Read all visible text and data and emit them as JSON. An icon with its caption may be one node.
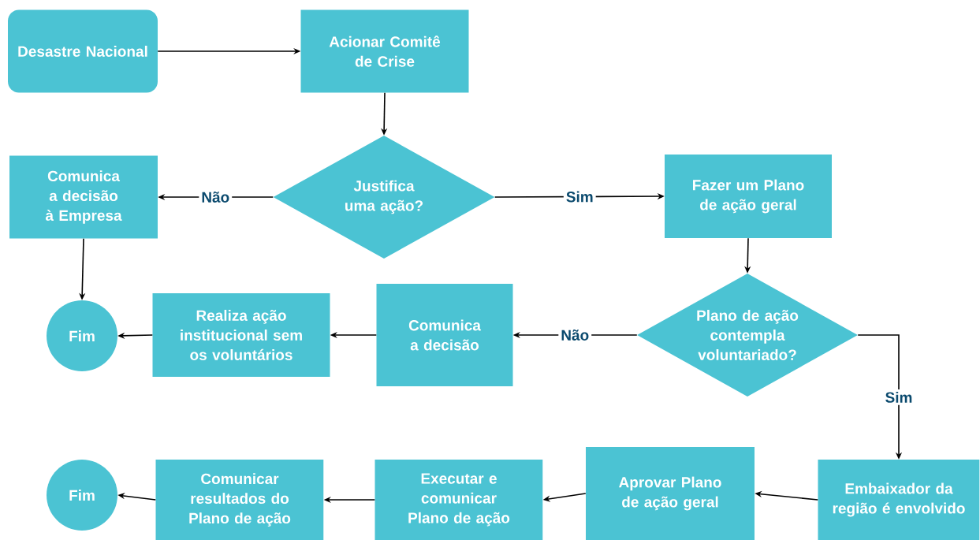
{
  "diagram": {
    "nodes": [
      {
        "text": [
          "Desastre Nacional"
        ]
      },
      {
        "text": [
          "Acionar Comitê de Crise"
        ]
      },
      {
        "text": [
          "Justifica uma ação?"
        ]
      },
      {
        "text": [
          "Comunica a decisão à Empresa"
        ]
      },
      {
        "text": [
          "Fazer um Plano de ação geral"
        ]
      },
      {
        "text": [
          "Fim"
        ]
      },
      {
        "text": [
          "Realiza ação institucional sem os voluntários"
        ]
      },
      {
        "text": [
          "Comunica a decisão"
        ]
      },
      {
        "text": [
          "Plano de ação contempla voluntariado?"
        ]
      },
      {
        "text": [
          "Embaixador da região é envolvido"
        ]
      },
      {
        "text": [
          "Aprovar Plano de ação geral"
        ]
      },
      {
        "text": [
          "Executar e comunicar Plano de ação"
        ]
      },
      {
        "text": [
          "Comunicar resultados do Plano de ação"
        ]
      },
      {
        "text": [
          "Fim"
        ]
      }
    ],
    "edges": [
      {
        "from": 0,
        "to": 1,
        "arrow": "to"
      },
      {
        "from": 1,
        "to": 2,
        "arrow": "to"
      },
      {
        "from": 2,
        "to": 3,
        "arrow": "to",
        "label": "Não"
      },
      {
        "from": 2,
        "to": 4,
        "arrow": "to",
        "label": "Sim"
      },
      {
        "from": 3,
        "to": 5,
        "arrow": "to"
      },
      {
        "from": 4,
        "to": 8,
        "arrow": "to"
      },
      {
        "from": 8,
        "to": 7,
        "arrow": "to",
        "label": "Não"
      },
      {
        "from": 7,
        "to": 6,
        "arrow": "to"
      },
      {
        "from": 6,
        "to": 5,
        "arrow": "to"
      },
      {
        "from": 8,
        "to": 9,
        "arrow": "to",
        "label": "Sim"
      },
      {
        "from": 9,
        "to": 10,
        "arrow": "to"
      },
      {
        "from": 10,
        "to": 11,
        "arrow": "to"
      },
      {
        "from": 11,
        "to": 12,
        "arrow": "to"
      },
      {
        "from": 12,
        "to": 13,
        "arrow": "to"
      }
    ]
  }
}
